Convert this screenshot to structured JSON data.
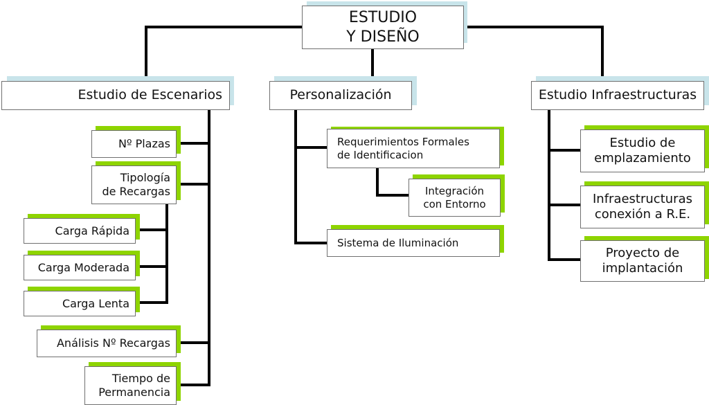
{
  "colors": {
    "blue_shadow": "#c8e4ea",
    "green_shadow": "#8ed400",
    "connector": "#000000"
  },
  "root": {
    "label": "ESTUDIO\nY DISEÑO"
  },
  "branches": {
    "escenarios": {
      "label": "Estudio de Escenarios",
      "plazas": "Nº Plazas",
      "tipologia": "Tipología\nde Recargas",
      "carga_rapida": "Carga Rápida",
      "carga_moderada": "Carga Moderada",
      "carga_lenta": "Carga Lenta",
      "analisis": "Análisis Nº Recargas",
      "tiempo": "Tiempo de\nPermanencia"
    },
    "personalizacion": {
      "label": "Personalización",
      "requerimientos": "Requerimientos Formales\nde Identificacion",
      "integracion": "Integración\ncon Entorno",
      "iluminacion": "Sistema de Iluminación"
    },
    "infraestructuras": {
      "label": "Estudio Infraestructuras",
      "emplazamiento": "Estudio de\nemplazamiento",
      "conexion": "Infraestructuras\nconexión a R.E.",
      "proyecto": "Proyecto de\nimplantación"
    }
  }
}
